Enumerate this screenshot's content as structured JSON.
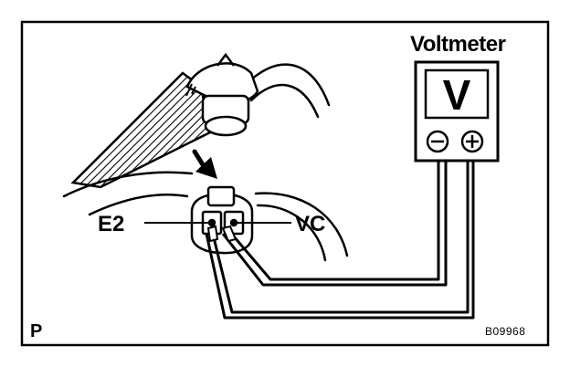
{
  "diagram": {
    "meter": {
      "title": "Voltmeter",
      "display_symbol": "V",
      "negative_terminal_icon": "minus-circle-icon",
      "positive_terminal_icon": "plus-circle-icon"
    },
    "connector": {
      "left_terminal_label": "E2",
      "right_terminal_label": "VC"
    },
    "corner_marker": "P",
    "figure_code": "B09968",
    "colors": {
      "line": "#000000",
      "background": "#ffffff"
    }
  }
}
